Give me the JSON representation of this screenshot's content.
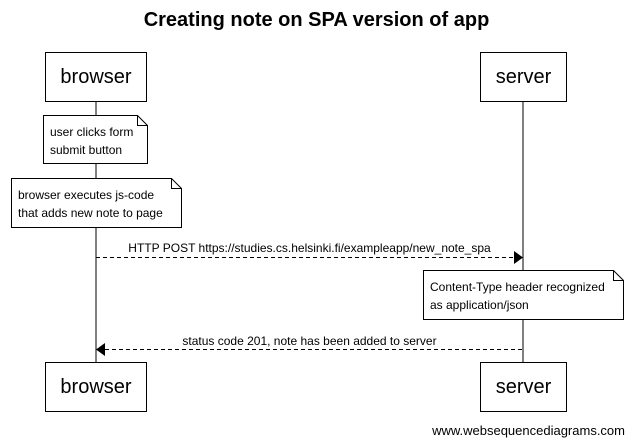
{
  "diagram": {
    "title": "Creating note on SPA version of app",
    "participants": {
      "browser": "browser",
      "server": "server"
    },
    "notes": [
      {
        "lines": [
          "user clicks form",
          "submit button"
        ]
      },
      {
        "lines": [
          "browser executes js-code",
          "that adds new note to page"
        ]
      },
      {
        "lines": [
          "Content-Type header recognized",
          "as application/json"
        ]
      }
    ],
    "messages": [
      {
        "from": "browser",
        "to": "server",
        "style": "dashed",
        "label": "HTTP POST https://studies.cs.helsinki.fi/exampleapp/new_note_spa"
      },
      {
        "from": "server",
        "to": "browser",
        "style": "dashed",
        "label": "status code 201, note has been added to server"
      }
    ],
    "watermark": "www.websequencediagrams.com",
    "colors": {
      "line": "#000000",
      "background": "#ffffff"
    }
  }
}
